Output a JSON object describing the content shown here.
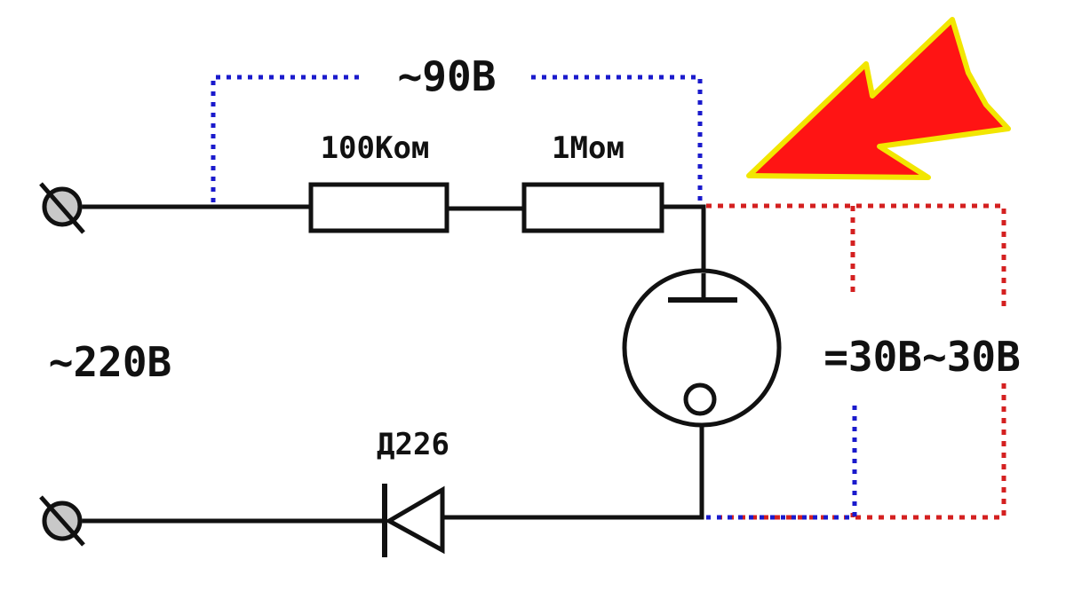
{
  "labels": {
    "top_voltage": "~90В",
    "resistor_1": "100Ком",
    "resistor_2": "1Мом",
    "input_voltage": "~220В",
    "output_voltage": "=30В~30В",
    "diode": "Д226"
  },
  "colors": {
    "wire": "#111111",
    "blue_measure": "#1a1acc",
    "red_measure": "#d42020",
    "arrow_fill": "#ff1414",
    "arrow_outline": "#f2e600",
    "terminal_fill": "#c8c8c8"
  },
  "icons": {
    "terminal": "terminal-icon",
    "resistor": "resistor-icon",
    "lamp": "neon-lamp-icon",
    "diode": "diode-icon",
    "arrow": "red-arrow-icon"
  }
}
